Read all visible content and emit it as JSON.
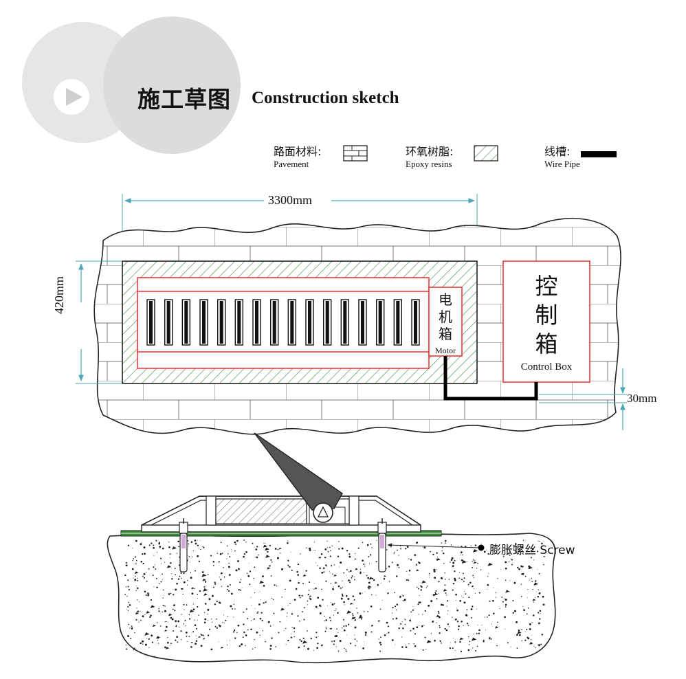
{
  "header": {
    "title_cn": "施工草图",
    "title_en": "Construction sketch"
  },
  "legend": {
    "pavement": {
      "cn": "路面材料:",
      "en": "Pavement"
    },
    "epoxy": {
      "cn": "环氧树脂:",
      "en": "Epoxy resins"
    },
    "wire_pipe": {
      "cn": "线槽:",
      "en": "Wire Pipe"
    }
  },
  "plan": {
    "length_label": "3300mm",
    "width_label": "420mm",
    "gap_label": "30mm",
    "motor": {
      "cn": "电机箱",
      "en": "Motor"
    },
    "control_box": {
      "cn": "控制箱",
      "en": "Control Box"
    },
    "slot_count": 16
  },
  "section": {
    "screw_label": "膨胀螺丝 Screw"
  },
  "colors": {
    "accent_red": "#e8393a",
    "dimension_cyan": "#4aa6b8",
    "epoxy_green": "#3c8a3c",
    "logo_grey": "#d9d9d9"
  }
}
